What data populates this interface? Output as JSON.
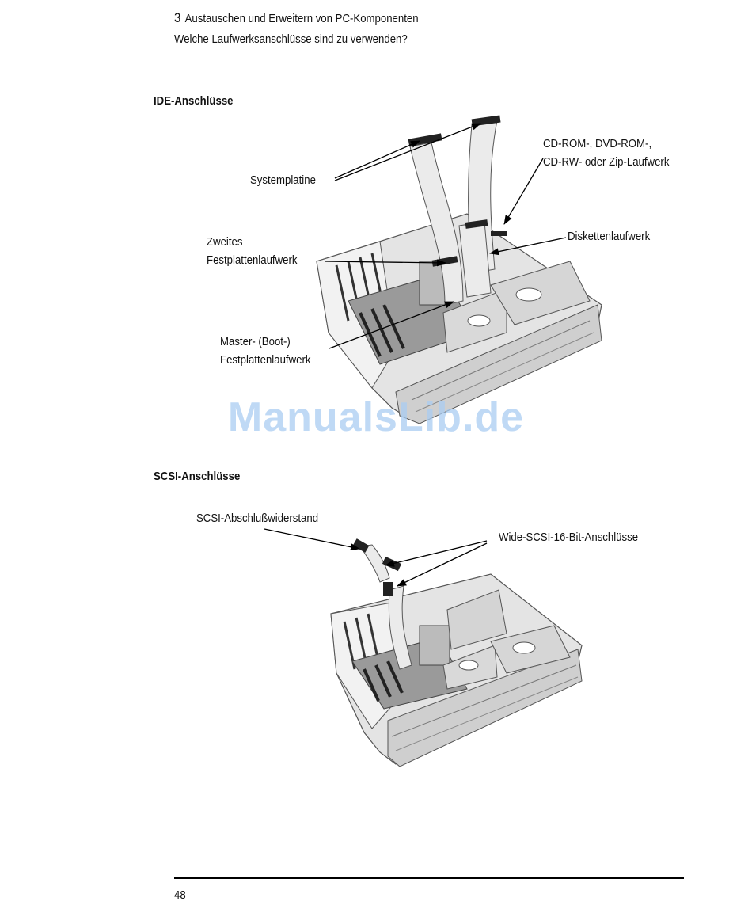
{
  "header": {
    "chapter_number": "3",
    "chapter_title": "Austauschen und Erweitern von PC-Komponenten",
    "section_title": "Welche Laufwerksanschlüsse sind zu verwenden?"
  },
  "ide": {
    "heading": "IDE-Anschlüsse",
    "labels": {
      "systemplatine": "Systemplatine",
      "cdrom_line1": "CD-ROM-, DVD-ROM-,",
      "cdrom_line2": "CD-RW- oder Zip-Laufwerk",
      "zweites_line1": "Zweites",
      "zweites_line2": "Festplattenlaufwerk",
      "disketten": "Diskettenlaufwerk",
      "master_line1": "Master- (Boot-)",
      "master_line2": "Festplattenlaufwerk"
    }
  },
  "scsi": {
    "heading": "SCSI-Anschlüsse",
    "labels": {
      "terminator": "SCSI-Abschlußwiderstand",
      "wide": "Wide-SCSI-16-Bit-Anschlüsse"
    }
  },
  "watermark": "ManualsLib.de",
  "footer": {
    "page_number": "48"
  },
  "colors": {
    "watermark": "#aacdf2",
    "line": "#000000"
  }
}
